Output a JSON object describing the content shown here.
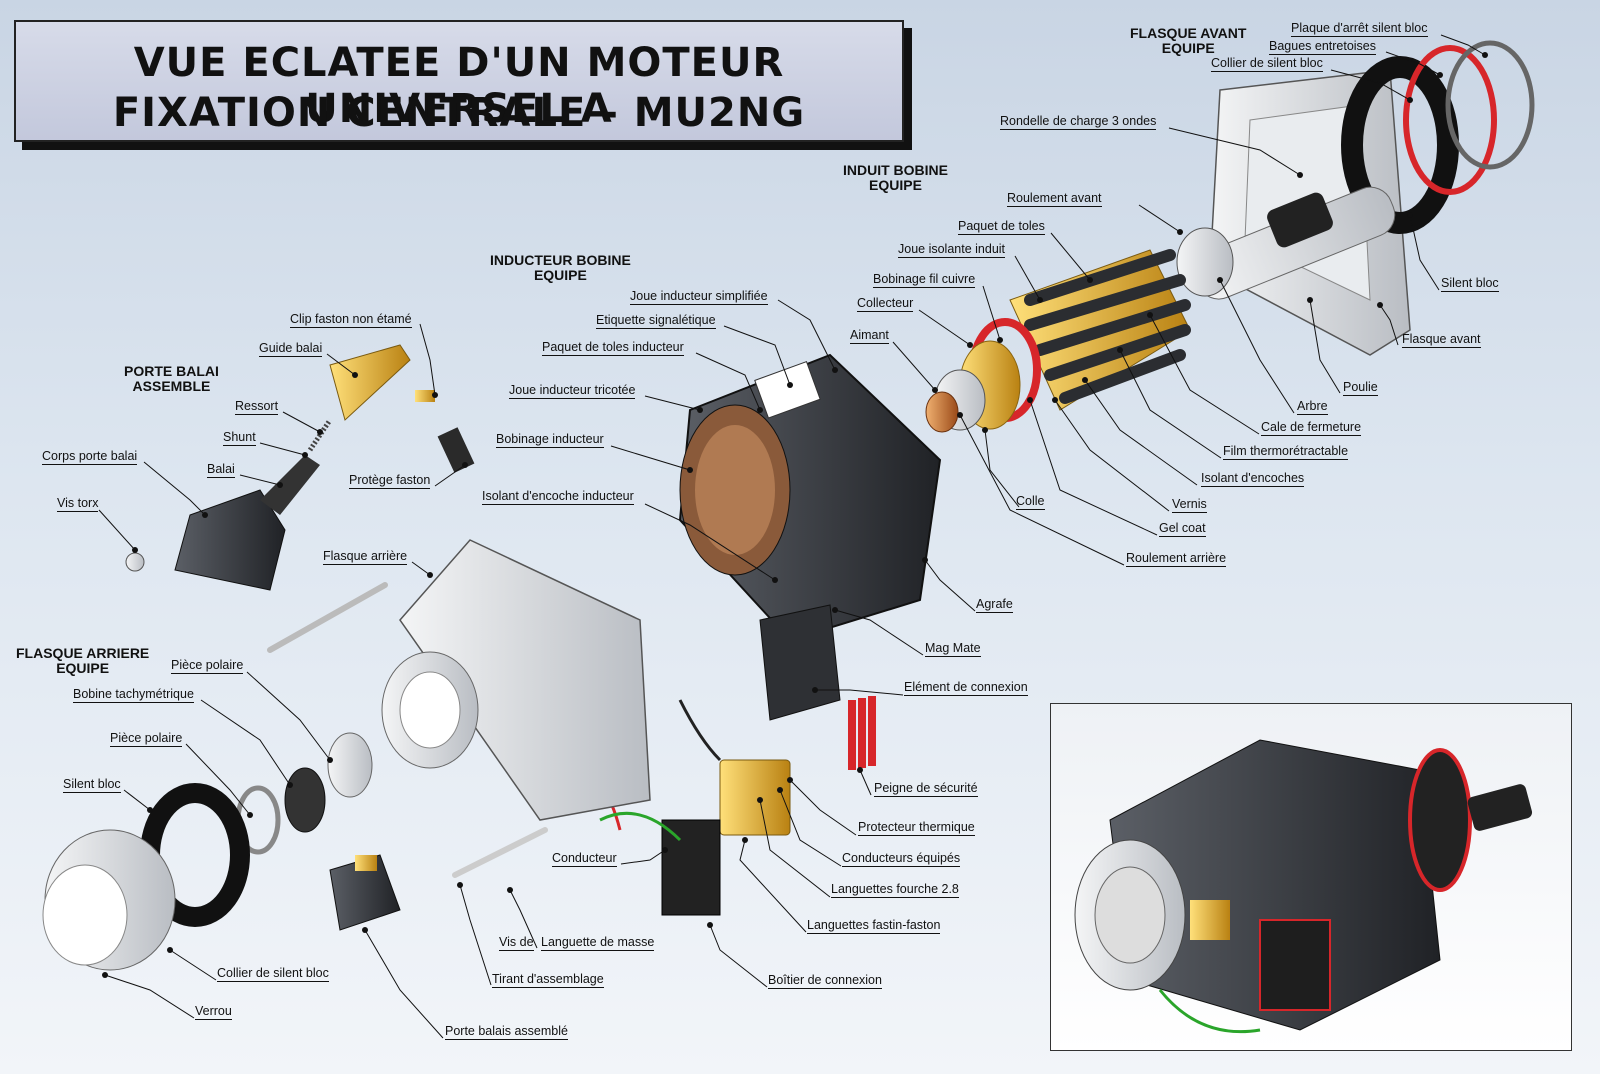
{
  "title": {
    "line1": "VUE ECLATEE D'UN MOTEUR UNIVERSEL A",
    "line2": "FIXATION CENTRALE - MU2NG"
  },
  "groups": {
    "flasque_avant": [
      "FLASQUE AVANT",
      "EQUIPE"
    ],
    "induit": [
      "INDUIT BOBINE",
      "EQUIPE"
    ],
    "inducteur": [
      "INDUCTEUR BOBINE",
      "EQUIPE"
    ],
    "porte_balai": [
      "PORTE BALAI",
      "ASSEMBLE"
    ],
    "flasque_arriere": [
      "FLASQUE ARRIERE",
      "EQUIPE"
    ]
  },
  "labels": {
    "plaque_arret": "Plaque d'arrêt silent bloc",
    "bagues": "Bagues entretoises",
    "collier_av": "Collier de silent bloc",
    "rondelle": "Rondelle de charge 3 ondes",
    "roulement_av": "Roulement avant",
    "paquet_toles": "Paquet de toles",
    "joue_isolante": "Joue isolante induit",
    "bobinage_cuivre": "Bobinage fil cuivre",
    "collecteur": "Collecteur",
    "aimant": "Aimant",
    "silent_bloc_av": "Silent bloc",
    "flasque_avant": "Flasque avant",
    "poulie": "Poulie",
    "arbre": "Arbre",
    "cale": "Cale de fermeture",
    "film": "Film thermorétractable",
    "isolant_encoches": "Isolant d'encoches",
    "vernis": "Vernis",
    "colle": "Colle",
    "gel_coat": "Gel coat",
    "roulement_ar": "Roulement arrière",
    "joue_simplifiee": "Joue inducteur simplifiée",
    "etiquette": "Etiquette signalétique",
    "paquet_inducteur": "Paquet de toles inducteur",
    "joue_tricotee": "Joue inducteur tricotée",
    "bobinage_inducteur": "Bobinage inducteur",
    "isolant_inducteur": "Isolant d'encoche inducteur",
    "agrafe": "Agrafe",
    "mag_mate": "Mag Mate",
    "element_connexion": "Elément de connexion",
    "peigne": "Peigne de sécurité",
    "protecteur": "Protecteur thermique",
    "conducteurs_eq": "Conducteurs équipés",
    "languettes_28": "Languettes fourche 2.8",
    "languettes_fastin": "Languettes fastin-faston",
    "boitier": "Boîtier de connexion",
    "clip": "Clip faston non étamé",
    "guide": "Guide balai",
    "ressort": "Ressort",
    "shunt": "Shunt",
    "corps": "Corps porte balai",
    "balai": "Balai",
    "protege": "Protège faston",
    "vis_torx": "Vis torx",
    "flasque_arriere": "Flasque arrière",
    "piece_polaire_1": "Pièce polaire",
    "bobine_tachy": "Bobine tachymétrique",
    "piece_polaire_2": "Pièce polaire",
    "silent_bloc_ar": "Silent bloc",
    "collier_ar": "Collier de silent bloc",
    "verrou": "Verrou",
    "conducteur": "Conducteur",
    "vis_de": "Vis de",
    "languette_masse": "Languette de masse",
    "tirant": "Tirant d'assemblage",
    "porte_balais": "Porte balais assemblé"
  },
  "colors": {
    "bg_top": "#c9d5e4",
    "bg_bottom": "#f2f5f9",
    "title_box": "#c8cde0",
    "stator_dark": "#3c3f44",
    "copper": "#c8733c",
    "gold": "#e0a92a",
    "red": "#d7262a",
    "metal": "#d9dce0"
  }
}
